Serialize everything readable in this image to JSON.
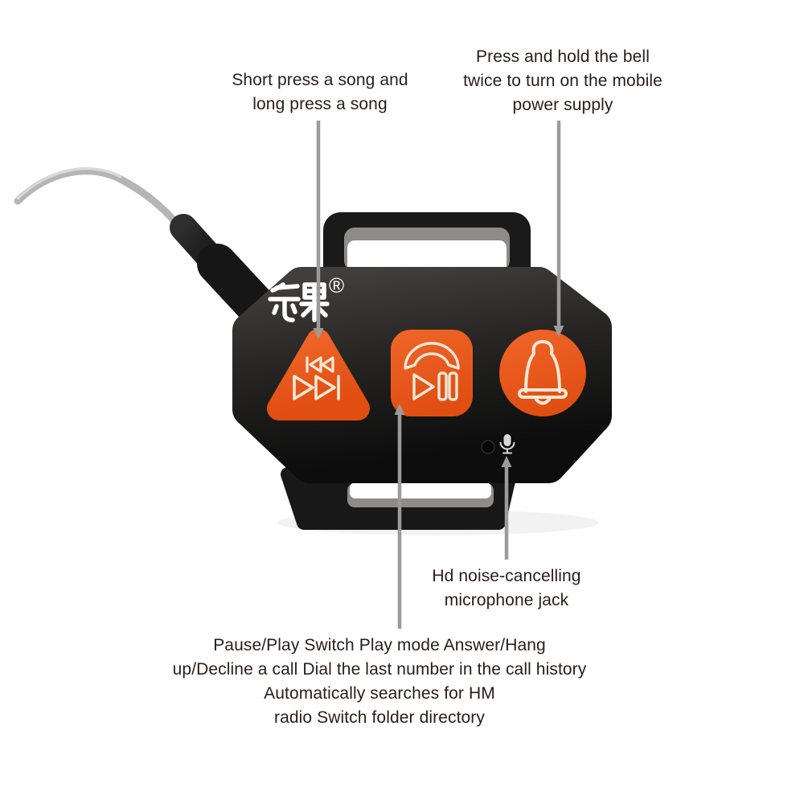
{
  "page": {
    "background_color": "#ffffff",
    "text_color": "#2b1d15"
  },
  "annotations": {
    "track_buttons": {
      "lines": [
        "Short press a song and",
        "long press a song"
      ],
      "target": "prev-next-track-button"
    },
    "bell_button": {
      "lines": [
        "Press and hold the bell",
        "twice to turn on the mobile",
        "power supply"
      ],
      "target": "bell-power-button"
    },
    "microphone": {
      "lines": [
        "Hd noise-cancelling",
        "microphone jack"
      ],
      "target": "microphone-hole"
    },
    "center_button": {
      "lines": [
        "Pause/Play Switch  Play mode Answer/Hang",
        "up/Decline a call Dial the last number in the call history",
        "Automatically searches for HM",
        "radio Switch folder directory"
      ],
      "target": "play-pause-call-button"
    }
  },
  "device": {
    "brand": {
      "logo_text": "乐果",
      "registered_mark": "®"
    },
    "buttons": [
      {
        "name": "prev-next-track-button",
        "shape": "triangle",
        "icons": [
          "previous-track-icon",
          "next-track-icon"
        ]
      },
      {
        "name": "play-pause-call-button",
        "shape": "rounded-square",
        "icons": [
          "handset-icon",
          "play-pause-icon"
        ]
      },
      {
        "name": "bell-power-button",
        "shape": "circle",
        "icons": [
          "bell-icon"
        ]
      }
    ],
    "microphone": {
      "parts": [
        "microphone-hole",
        "microphone-icon"
      ]
    },
    "colors": {
      "button_orange": "#e8581c",
      "button_orange_light": "#f0662a",
      "icon_stroke": "#f8e8d6",
      "body_dark": "#1e1d1c",
      "leader_line": "#9b9b9b",
      "cable_gray": "#b5b5b5"
    }
  }
}
